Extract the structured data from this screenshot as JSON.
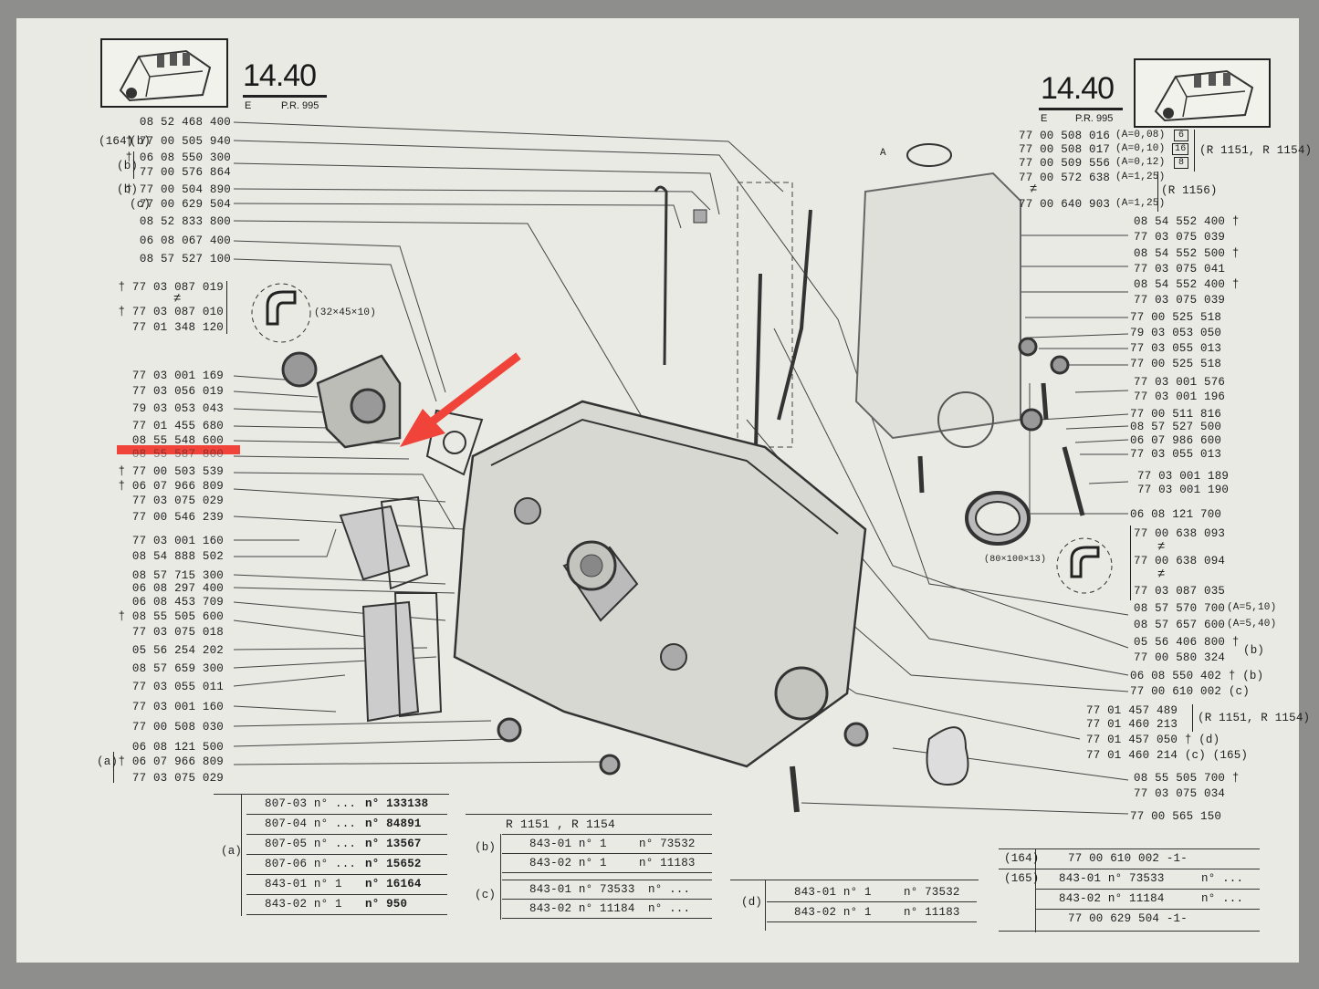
{
  "header": {
    "left": {
      "section": "14.40",
      "code_letter": "E",
      "pr": "P.R. 995"
    },
    "right": {
      "section": "14.40",
      "code_letter": "E",
      "pr": "P.R. 995"
    }
  },
  "left_parts": {
    "p01": "08 52 468 400",
    "p02_prefix": "(164)",
    "p02_tag": "(b)",
    "p02": "† 77 00 505 940",
    "p03_tag": "(b)",
    "p03a": "† 06 08 550 300",
    "p03b": "77 00 576 864",
    "p04_tag": "(b)",
    "p04": "† 77 00 504 890",
    "p05_tag": "(c)",
    "p05": "77 00 629 504",
    "p06": "08 52 833 800",
    "p07": "06 08 067 400",
    "p08": "08 57 527 100",
    "seal_a": "† 77 03 087 019",
    "seal_b": "† 77 03 087 010",
    "seal_c": "77 01 348 120",
    "seal_dim": "(32×45×10)",
    "p09": "77 03 001 169",
    "p10": "77 03 056 019",
    "p11": "79 03 053 043",
    "p12": "77 01 455 680",
    "p13": "08 55 548 600",
    "p14": "08 55 587 800",
    "p15": "† 77 00 503 539",
    "p16": "† 06 07 966 809",
    "p17": "77 03 075 029",
    "p18": "77 00 546 239",
    "p19": "77 03 001 160",
    "p20": "08 54 888 502",
    "p21": "08 57 715 300",
    "p22": "06 08 297 400",
    "p23": "06 08 453 709",
    "p24": "† 08 55 505 600",
    "p25": "77 03 075 018",
    "p26": "05 56 254 202",
    "p27": "08 57 659 300",
    "p28": "77 03 055 011",
    "p29": "77 03 001 160",
    "p30": "77 00 508 030",
    "p31": "06 08 121 500",
    "p32_tag": "(a)",
    "p32": "† 06 07 966 809",
    "p33": "77 03 075 029"
  },
  "right_parts": {
    "s1": "77 00 508 016",
    "s1a": "(A=0,08)",
    "s1m": "6",
    "s2": "77 00 508 017",
    "s2a": "(A=0,10)",
    "s2m": "16",
    "s3": "77 00 509 556",
    "s3a": "(A=0,12)",
    "s3m": "8",
    "s4": "77 00 572 638",
    "s4a": "(A=1,25)",
    "s_ref1": "(R 1151, R 1154)",
    "s5": "77 00 640 903",
    "s5a": "(A=1,25)",
    "s_ref2": "(R 1156)",
    "q1": "08 54 552 400 †",
    "q2": "77 03 075 039",
    "q3": "08 54 552 500 †",
    "q4": "77 03 075 041",
    "q5": "08 54 552 400 †",
    "q6": "77 03 075 039",
    "q7": "77 00 525 518",
    "q8": "79 03 053 050",
    "q9": "77 03 055 013",
    "q10": "77 00 525 518",
    "q11": "77 03 001 576",
    "q12": "77 03 001 196",
    "q13": "77 00 511 816",
    "q14": "08 57 527 500",
    "q15": "06 07 986 600",
    "q16": "77 03 055 013",
    "q17": "77 03 001 189",
    "q18": "77 03 001 190",
    "q19": "06 08 121 700",
    "q20": "77 00 638 093",
    "q21": "77 00 638 094",
    "q22": "77 03 087 035",
    "q23": "08 57 570 700",
    "q23a": "(A=5,10)",
    "q24": "08 57 657 600",
    "q24a": "(A=5,40)",
    "q25": "05 56 406 800 †",
    "q26": "77 00 580 324",
    "q26_tag": "(b)",
    "q27": "06 08 550 402 † (b)",
    "q28": "77 00 610 002 (c)",
    "q29": "77 01 457 489",
    "q30": "77 01 460 213",
    "q31": "77 01 457 050 † (d)",
    "q32": "77 01 460 214 (c) (165)",
    "q_ref": "(R 1151, R 1154)",
    "q33": "08 55 505 700 †",
    "q34": "77 03 075 034",
    "q35": "77 00 565 150",
    "seal_dim2": "(80×100×13)",
    "label_a": "A"
  },
  "table_a": {
    "tag": "(a)",
    "rows": [
      {
        "type": "807-03 n° ...",
        "to": "n° 133138"
      },
      {
        "type": "807-04 n° ...",
        "to": "n° 84891"
      },
      {
        "type": "807-05 n° ...",
        "to": "n° 13567"
      },
      {
        "type": "807-06 n° ...",
        "to": "n° 15652"
      },
      {
        "type": "843-01 n° 1",
        "to": "n° 16164"
      },
      {
        "type": "843-02 n° 1",
        "to": "n° 950"
      }
    ]
  },
  "table_b": {
    "title": "R 1151 , R 1154",
    "tag_b": "(b)",
    "b_rows": [
      {
        "type": "843-01 n° 1",
        "to": "n° 73532"
      },
      {
        "type": "843-02 n° 1",
        "to": "n° 11183"
      }
    ],
    "tag_c": "(c)",
    "c_rows": [
      {
        "type": "843-01 n° 73533",
        "to": "n° ..."
      },
      {
        "type": "843-02 n° 11184",
        "to": "n° ..."
      }
    ]
  },
  "table_d": {
    "tag": "(d)",
    "rows": [
      {
        "type": "843-01 n° 1",
        "to": "n° 73532"
      },
      {
        "type": "843-02 n° 1",
        "to": "n° 11183"
      }
    ]
  },
  "table_e": {
    "r1_tag": "(164)",
    "r1": "77 00 610 002 -1-",
    "r2_tag": "(165)",
    "r2a": "843-01 n° 73533",
    "r2b": "n° ...",
    "r3a": "843-02 n° 11184",
    "r3b": "n° ...",
    "r4": "77 00 629 504 -1-"
  },
  "colors": {
    "annotation": "#f0443a",
    "paper": "#e9eae4",
    "ink": "#1e1e1e"
  }
}
